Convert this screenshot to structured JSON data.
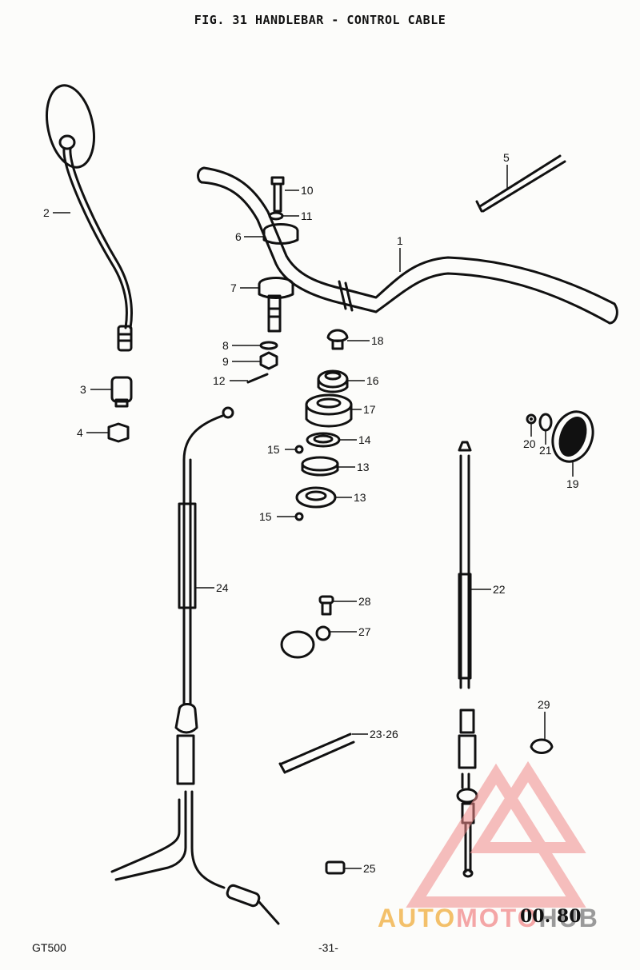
{
  "title": "FIG. 31  HANDLEBAR - CONTROL CABLE",
  "model": "GT500",
  "page_number": "-31-",
  "stamp": "00. 80",
  "watermark": {
    "part1": "AUTO",
    "part2": "MOTO",
    "part3": "HUB"
  },
  "callouts": [
    "1",
    "2",
    "3",
    "4",
    "5",
    "6",
    "7",
    "8",
    "9",
    "10",
    "11",
    "12",
    "13",
    "13",
    "14",
    "15",
    "15",
    "16",
    "17",
    "18",
    "19",
    "20",
    "21",
    "22",
    "23·26",
    "24",
    "25",
    "27",
    "28",
    "29"
  ],
  "colors": {
    "ink": "#111111",
    "paper": "#fcfcfa",
    "watermark_red": "#f08a8a",
    "watermark_orange": "#f3c06a",
    "watermark_gray": "#9a9a9a"
  }
}
